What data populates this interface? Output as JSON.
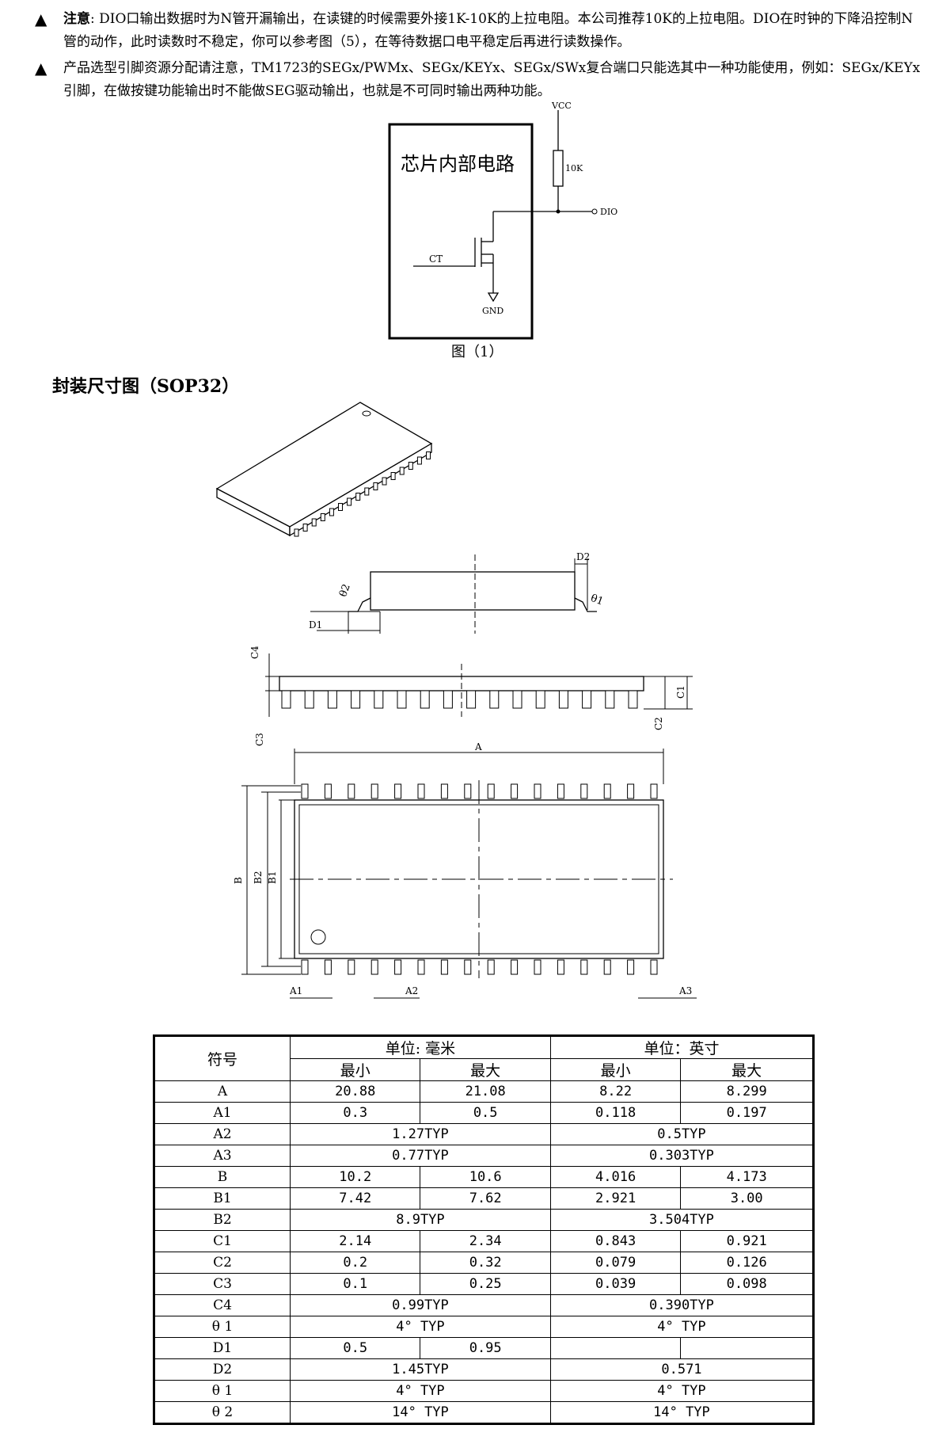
{
  "notes": [
    {
      "marker": "▲",
      "bold": "注意",
      "text": ": DIO口输出数据时为N管开漏输出，在读键的时候需要外接1K-10K的上拉电阻。本公司推荐10K的上拉电阻。DIO在时钟的下降沿控制N管的动作，此时读数时不稳定，你可以参考图（5），在等待数据口电平稳定后再进行读数操作。"
    },
    {
      "marker": "▲",
      "bold": "",
      "text": "产品选型引脚资源分配请注意，TM1723的SEGx/PWMx、SEGx/KEYx、SEGx/SWx复合端口只能选其中一种功能使用，例如：SEGx/KEYx引脚，在做按键功能输出时不能做SEG驱动输出，也就是不可同时输出两种功能。"
    }
  ],
  "circuit": {
    "box_label": "芯片内部电路",
    "vcc": "VCC",
    "resistor": "10K",
    "dio": "DIO",
    "ct": "CT",
    "gnd": "GND",
    "caption": "图（1）"
  },
  "section_title": "封装尺寸图（SOP32）",
  "dims": {
    "theta2": "θ2",
    "theta1": "θ1",
    "d1": "D1",
    "d2": "D2",
    "c1": "C1",
    "c2": "C2",
    "c3": "C3",
    "c4": "C4",
    "a": "A",
    "a1": "A1",
    "a2": "A2",
    "a3": "A3",
    "b": "B",
    "b1": "B1",
    "b2": "B2"
  },
  "table": {
    "header_symbol": "符号",
    "header_mm": "单位: 毫米",
    "header_inch": "单位：英寸",
    "min": "最小",
    "max": "最大",
    "rows": [
      [
        "A",
        "20.88",
        "21.08",
        "8.22",
        "8.299"
      ],
      [
        "A1",
        "0.3",
        "0.5",
        "0.118",
        "0.197"
      ],
      [
        "A2",
        "1.27TYP",
        null,
        "0.5TYP",
        null
      ],
      [
        "A3",
        "0.77TYP",
        null,
        "0.303TYP",
        null
      ],
      [
        "B",
        "10.2",
        "10.6",
        "4.016",
        "4.173"
      ],
      [
        "B1",
        "7.42",
        "7.62",
        "2.921",
        "3.00"
      ],
      [
        "B2",
        "8.9TYP",
        null,
        "3.504TYP",
        null
      ],
      [
        "C1",
        "2.14",
        "2.34",
        "0.843",
        "0.921"
      ],
      [
        "C2",
        "0.2",
        "0.32",
        "0.079",
        "0.126"
      ],
      [
        "C3",
        "0.1",
        "0.25",
        "0.039",
        "0.098"
      ],
      [
        "C4",
        "0.99TYP",
        null,
        "0.390TYP",
        null
      ],
      [
        "θ 1",
        "4° TYP",
        null,
        "4° TYP",
        null
      ],
      [
        "D1",
        "0.5",
        "0.95",
        "",
        ""
      ],
      [
        "D2",
        "1.45TYP",
        null,
        "0.571",
        null
      ],
      [
        "θ 1",
        "4° TYP",
        null,
        "4° TYP",
        null
      ],
      [
        "θ 2",
        "14° TYP",
        null,
        "14° TYP",
        null
      ]
    ]
  }
}
